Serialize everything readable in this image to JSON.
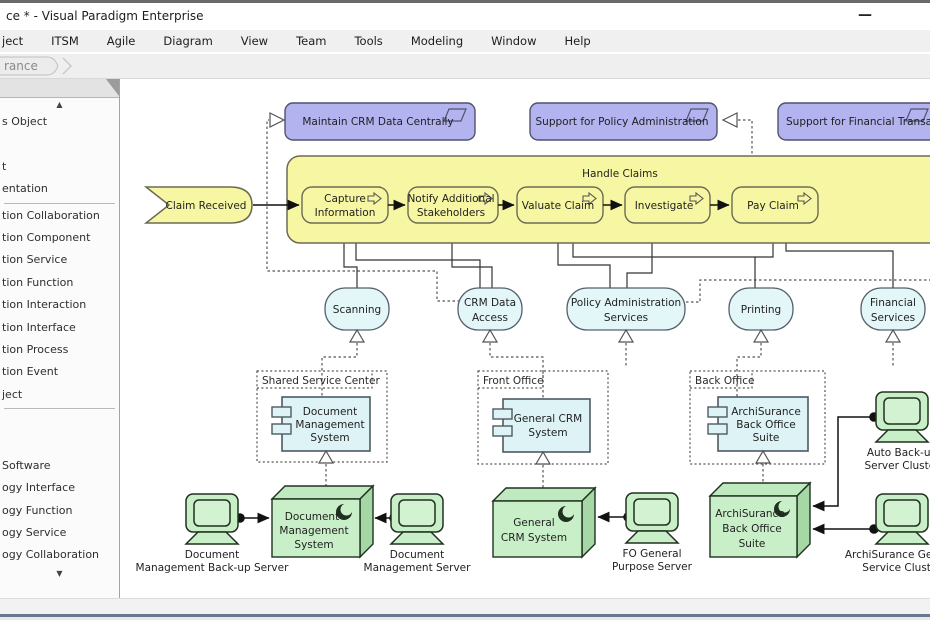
{
  "window": {
    "title": "ce * - Visual Paradigm Enterprise",
    "minimize_glyph": "—"
  },
  "menu": {
    "items": [
      "ject",
      "ITSM",
      "Agile",
      "Diagram",
      "View",
      "Team",
      "Tools",
      "Modeling",
      "Window",
      "Help"
    ]
  },
  "breadcrumb": {
    "current": "rance"
  },
  "palette": {
    "scroll_up": "▲",
    "scroll_down": "▼",
    "items": [
      "s Object",
      "",
      "t",
      "entation",
      "tion Collaboration",
      "tion Component",
      "tion Service",
      "tion Function",
      "tion Interaction",
      "tion Interface",
      "tion Process",
      "tion Event",
      "ject",
      "",
      "",
      "Software",
      "ogy Interface",
      "ogy Function",
      "ogy Service",
      "ogy Collaboration"
    ]
  },
  "diagram": {
    "app_services": [
      {
        "label": "Maintain CRM Data Centrally"
      },
      {
        "label": "Support for Policy Administration"
      },
      {
        "label": "Support for Financial Transactions"
      }
    ],
    "event": {
      "label": "Claim Received"
    },
    "process_group": {
      "label": "Handle Claims"
    },
    "processes": [
      {
        "lines": [
          "Capture",
          "Information"
        ]
      },
      {
        "lines": [
          "Notify Additional",
          "Stakeholders"
        ]
      },
      {
        "lines": [
          "Valuate Claim"
        ]
      },
      {
        "lines": [
          "Investigate"
        ]
      },
      {
        "lines": [
          "Pay Claim"
        ]
      }
    ],
    "services": [
      {
        "lines": [
          "Scanning"
        ]
      },
      {
        "lines": [
          "CRM Data",
          "Access"
        ]
      },
      {
        "lines": [
          "Policy Administration",
          "Services"
        ]
      },
      {
        "lines": [
          "Printing"
        ]
      },
      {
        "lines": [
          "Financial",
          "Services"
        ]
      }
    ],
    "groups": [
      {
        "label": "Shared Service Center"
      },
      {
        "label": "Front Office"
      },
      {
        "label": "Back Office"
      }
    ],
    "components": [
      {
        "lines": [
          "Document",
          "Management",
          "System"
        ]
      },
      {
        "lines": [
          "General CRM",
          "System"
        ]
      },
      {
        "lines": [
          "ArchiSurance",
          "Back Office",
          "Suite"
        ]
      }
    ],
    "nodes": [
      {
        "lines": [
          "Document",
          "Management",
          "System"
        ]
      },
      {
        "lines": [
          "General",
          "CRM System"
        ]
      },
      {
        "lines": [
          "ArchiSurance",
          "Back Office",
          "Suite"
        ]
      }
    ],
    "devices": [
      {
        "lines": [
          "Document",
          "Management Back-up Server"
        ]
      },
      {
        "lines": [
          "Document",
          "Management Server"
        ]
      },
      {
        "lines": [
          "FO General",
          "Purpose Server"
        ]
      },
      {
        "lines": [
          "Auto Back-up",
          "Server Cluster"
        ]
      },
      {
        "lines": [
          "ArchiSurance General",
          "Service Cluster"
        ]
      }
    ],
    "colors": {
      "app_service_fill": "#b3b3ef",
      "process_fill": "#f7f7a3",
      "service_fill": "#e3f6f8",
      "component_fill": "#def3f6",
      "node_front": "#c9efc9",
      "node_top": "#bfe9bf",
      "node_side": "#a5d8a5",
      "line": "#555555"
    }
  }
}
